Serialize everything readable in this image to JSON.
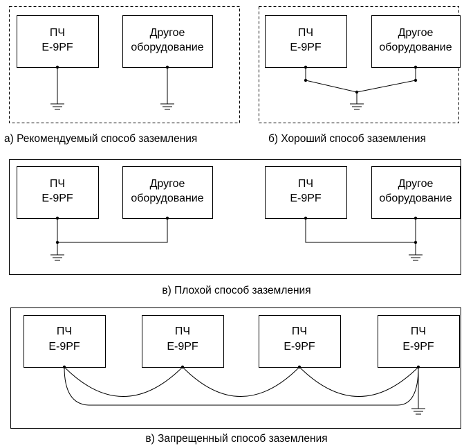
{
  "device": {
    "line1": "ПЧ",
    "line2": "E-9PF"
  },
  "other": {
    "line1": "Другое",
    "line2": "оборудование"
  },
  "captions": {
    "recommended": "а) Рекомендуемый способ заземления",
    "good": "б) Хороший способ заземления",
    "bad": "в) Плохой способ заземления",
    "forbidden": "в) Запрещенный способ заземления"
  }
}
